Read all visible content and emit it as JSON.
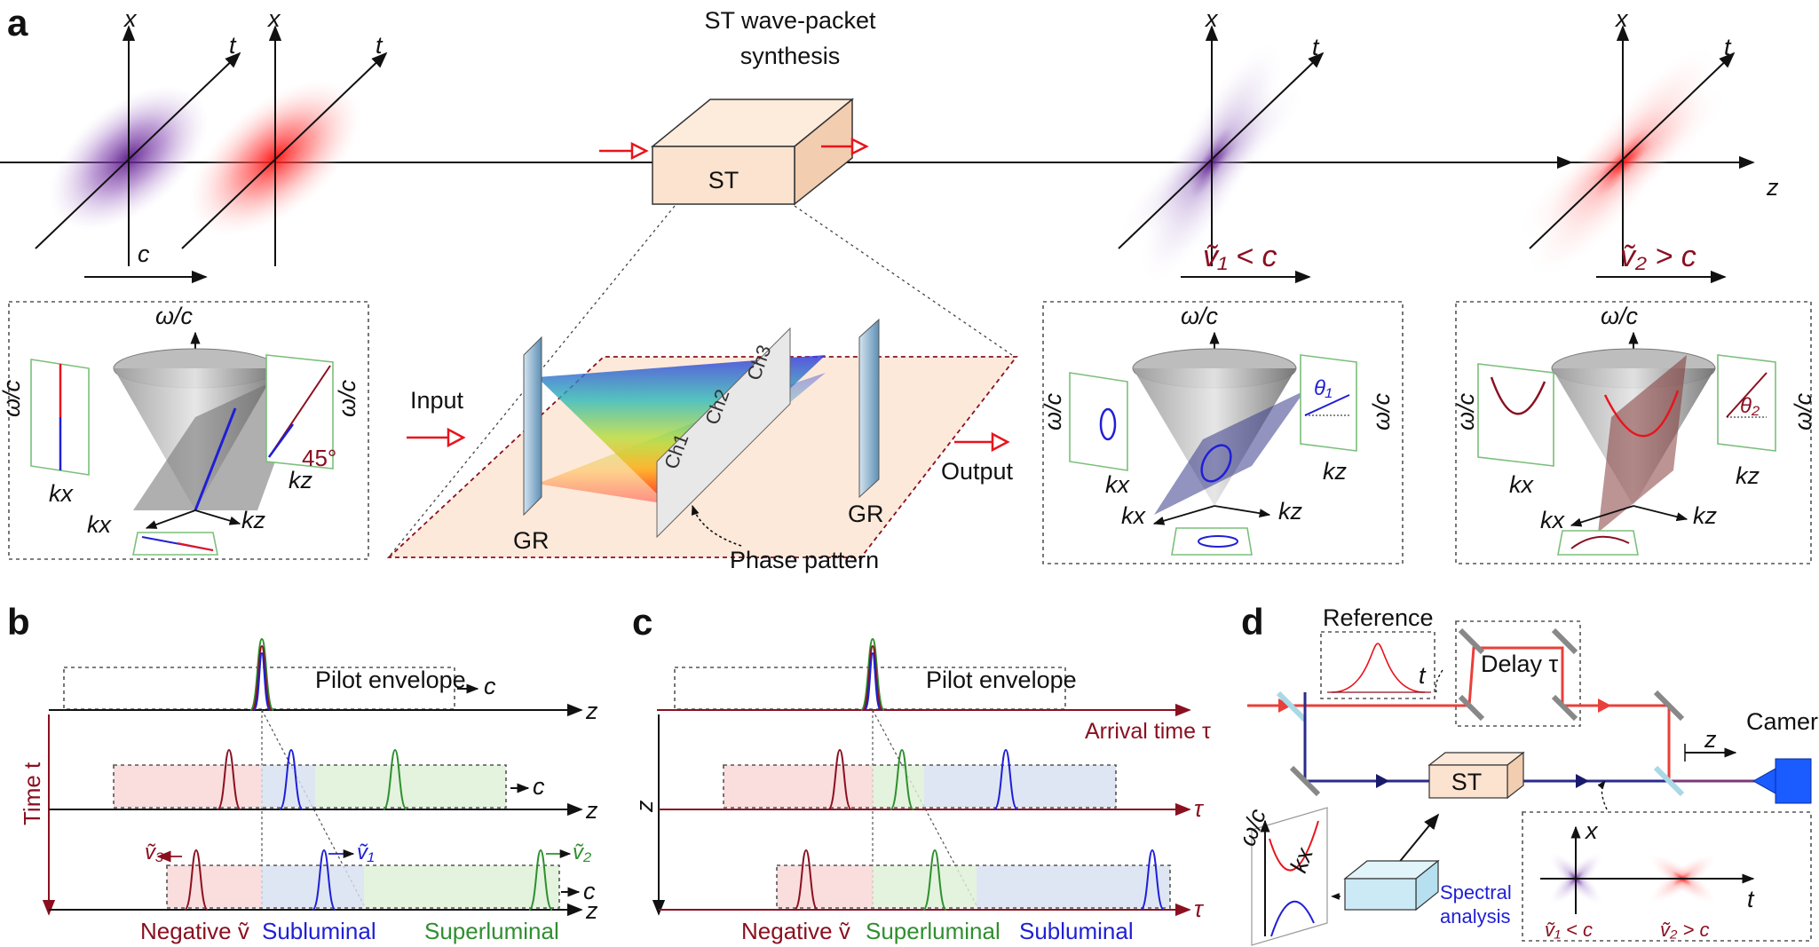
{
  "colors": {
    "purple": "#6a2c91",
    "red": "#e8141c",
    "dark_red": "#8a1020",
    "blue": "#1f1fd6",
    "green": "#2f8f2f",
    "st_box": "#fbe3cf",
    "neg_fill": "#f9d5d5",
    "sub_fill": "#d6e0f0",
    "sup_fill": "#dcf0d6",
    "spec_box": "#cce9f6"
  },
  "panel_a": {
    "label": "a",
    "axis_x": "x",
    "axis_t": "t",
    "axis_z": "z",
    "speed_c": "c",
    "title_line1": "ST wave-packet",
    "title_line2": "synthesis",
    "st_label": "ST",
    "input_label": "Input",
    "output_label": "Output",
    "grating_label": "GR",
    "channels": [
      "Ch1",
      "Ch2",
      "Ch3"
    ],
    "phase_pattern": "Phase pattern",
    "v1_label": "ṽ₁ < c",
    "v2_label": "ṽ₂ > c",
    "omega_c": "ω/c",
    "kx": "kx",
    "kz": "kz",
    "angle_45": "45°",
    "theta1": "θ₁",
    "theta2": "θ₂"
  },
  "panel_b": {
    "label": "b",
    "pilot_envelope": "Pilot envelope",
    "c": "c",
    "z": "z",
    "time_axis": "Time t",
    "v3": "ṽ₃",
    "v1": "ṽ₁",
    "v2": "ṽ₂",
    "negative": "Negative ṽ",
    "subluminal": "Subluminal",
    "superluminal": "Superluminal"
  },
  "panel_c": {
    "label": "c",
    "pilot_envelope": "Pilot envelope",
    "arrival_time": "Arrival time τ",
    "tau": "τ",
    "z_axis": "z",
    "negative": "Negative ṽ",
    "superluminal": "Superluminal",
    "subluminal": "Subluminal"
  },
  "panel_d": {
    "label": "d",
    "reference": "Reference",
    "t": "t",
    "delay": "Delay τ",
    "camera": "Camera",
    "z": "z",
    "st": "ST",
    "omega_c": "ω/c",
    "kx": "kx",
    "spectral_line1": "Spectral",
    "spectral_line2": "analysis",
    "inset_x": "x",
    "inset_t": "t",
    "inset_v1": "ṽ₁ < c",
    "inset_v2": "ṽ₂ > c"
  }
}
